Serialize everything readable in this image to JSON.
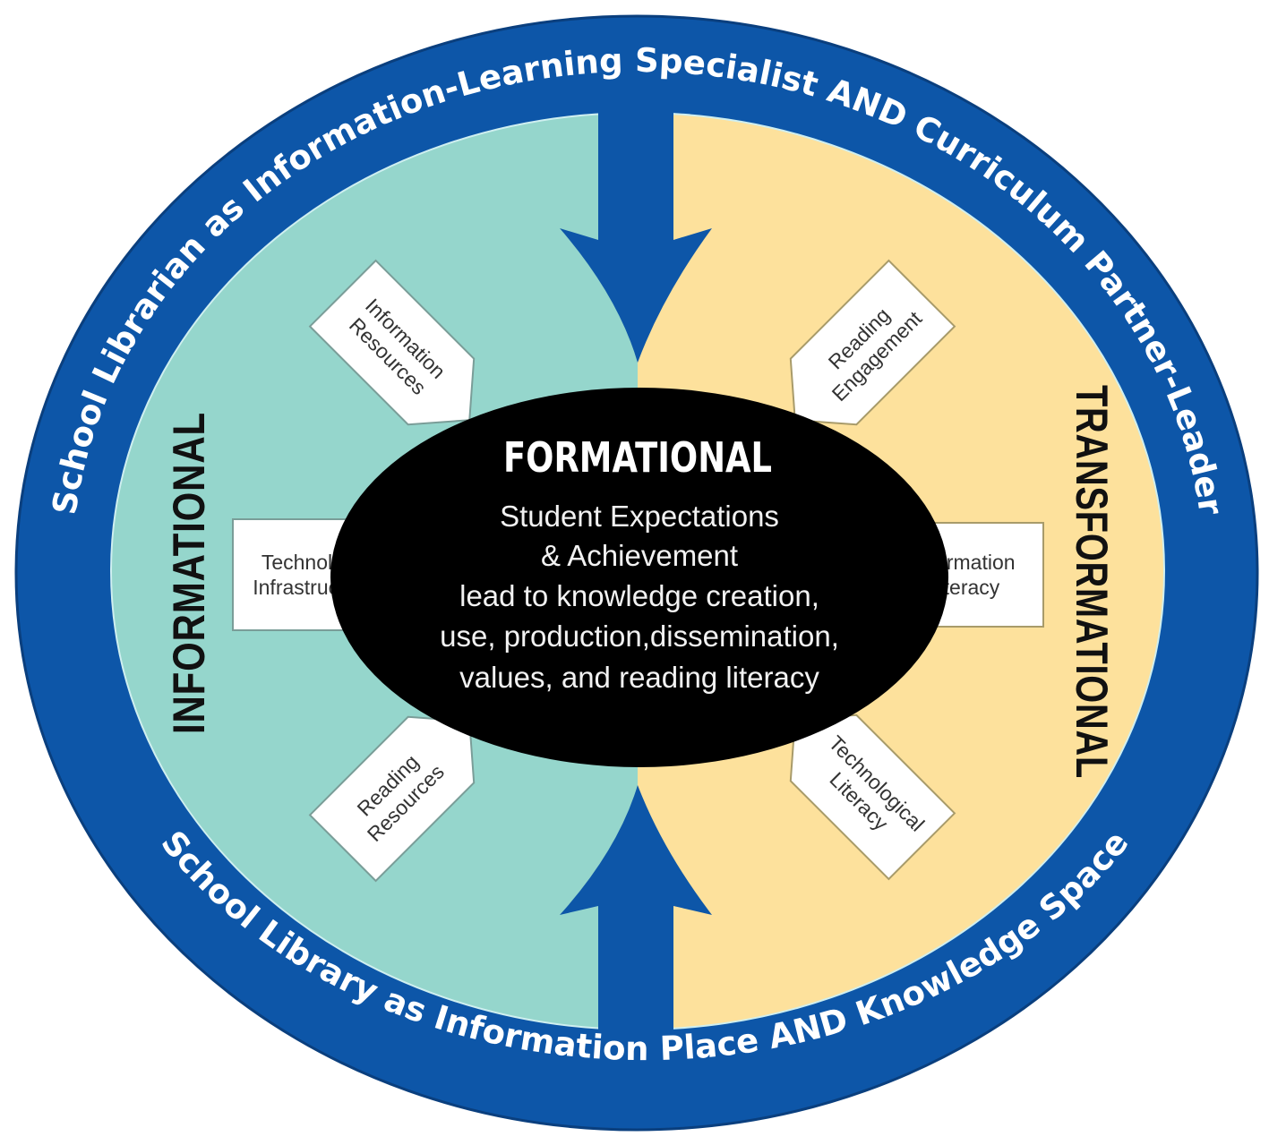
{
  "diagram": {
    "outer_ring": {
      "top_text": "School Librarian as Information-Learning Specialist AND Curriculum Partner-Leader",
      "bottom_text": "School Library as Information Place AND Knowledge Space",
      "color": "#0d56a8"
    },
    "left_half": {
      "label": "INFORMATIONAL",
      "color": "#95d6cc"
    },
    "right_half": {
      "label": "TRANSFORMATIONAL",
      "color": "#fde19c"
    },
    "center": {
      "title": "FORMATIONAL",
      "lines": [
        "Student Expectations",
        "& Achievement",
        "lead to knowledge creation,",
        "use, production,dissemination,",
        "values, and reading literacy"
      ],
      "color": "#000000"
    },
    "tags": {
      "left_top": {
        "line1": "Information",
        "line2": "Resources"
      },
      "left_mid": {
        "line1": "Technology",
        "line2": "Infrastructure"
      },
      "left_bottom": {
        "line1": "Reading",
        "line2": "Resources"
      },
      "right_top": {
        "line1": "Reading",
        "line2": "Engagement"
      },
      "right_mid": {
        "line1": "Information",
        "line2": "Literacy"
      },
      "right_bottom": {
        "line1": "Technological",
        "line2": "Literacy"
      }
    },
    "arrows": {
      "top": "arrow-down-icon",
      "bottom": "arrow-up-icon"
    }
  }
}
